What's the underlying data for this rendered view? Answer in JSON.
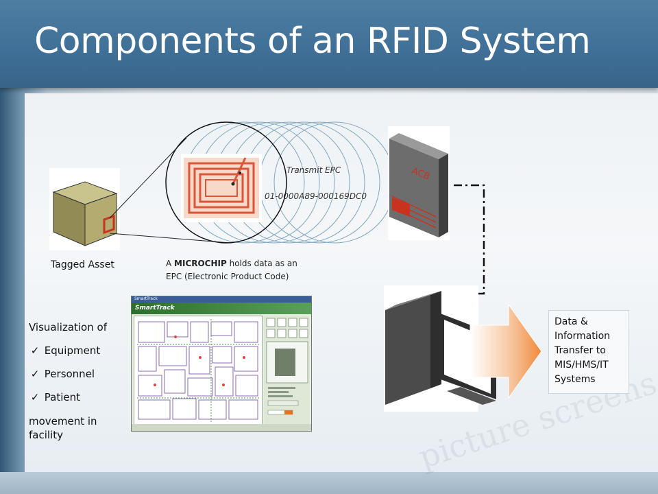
{
  "slide": {
    "title": "Components of an RFID System",
    "labels": {
      "tagged_asset": "Tagged Asset",
      "transmit": "Transmit EPC",
      "epc_code": "01-0000A89-000169DC0",
      "microchip_prefix": "A ",
      "microchip_bold": "MICROCHIP",
      "microchip_suffix": " holds data  as an",
      "microchip_line2": "EPC (Electronic Product Code)",
      "reader_text": "ACB"
    },
    "visualization": {
      "heading": "Visualization of",
      "items": [
        "Equipment",
        "Personnel",
        "Patient"
      ],
      "check": "✓",
      "tail_line1": "movement in",
      "tail_line2": "facility"
    },
    "data_transfer": {
      "lines": [
        "Data &",
        "Information",
        "Transfer to",
        "MIS/HMS/IT",
        "Systems"
      ]
    },
    "app_screenshot": {
      "window_title": "SmartTrack",
      "banner": "SmartTrack"
    },
    "watermark": "picture screens whose",
    "colors": {
      "header": "#3f6f96",
      "tag_red": "#c8321e",
      "arrow_orange": "#f08a3c",
      "wave_blue": "#7fa6c0"
    }
  }
}
